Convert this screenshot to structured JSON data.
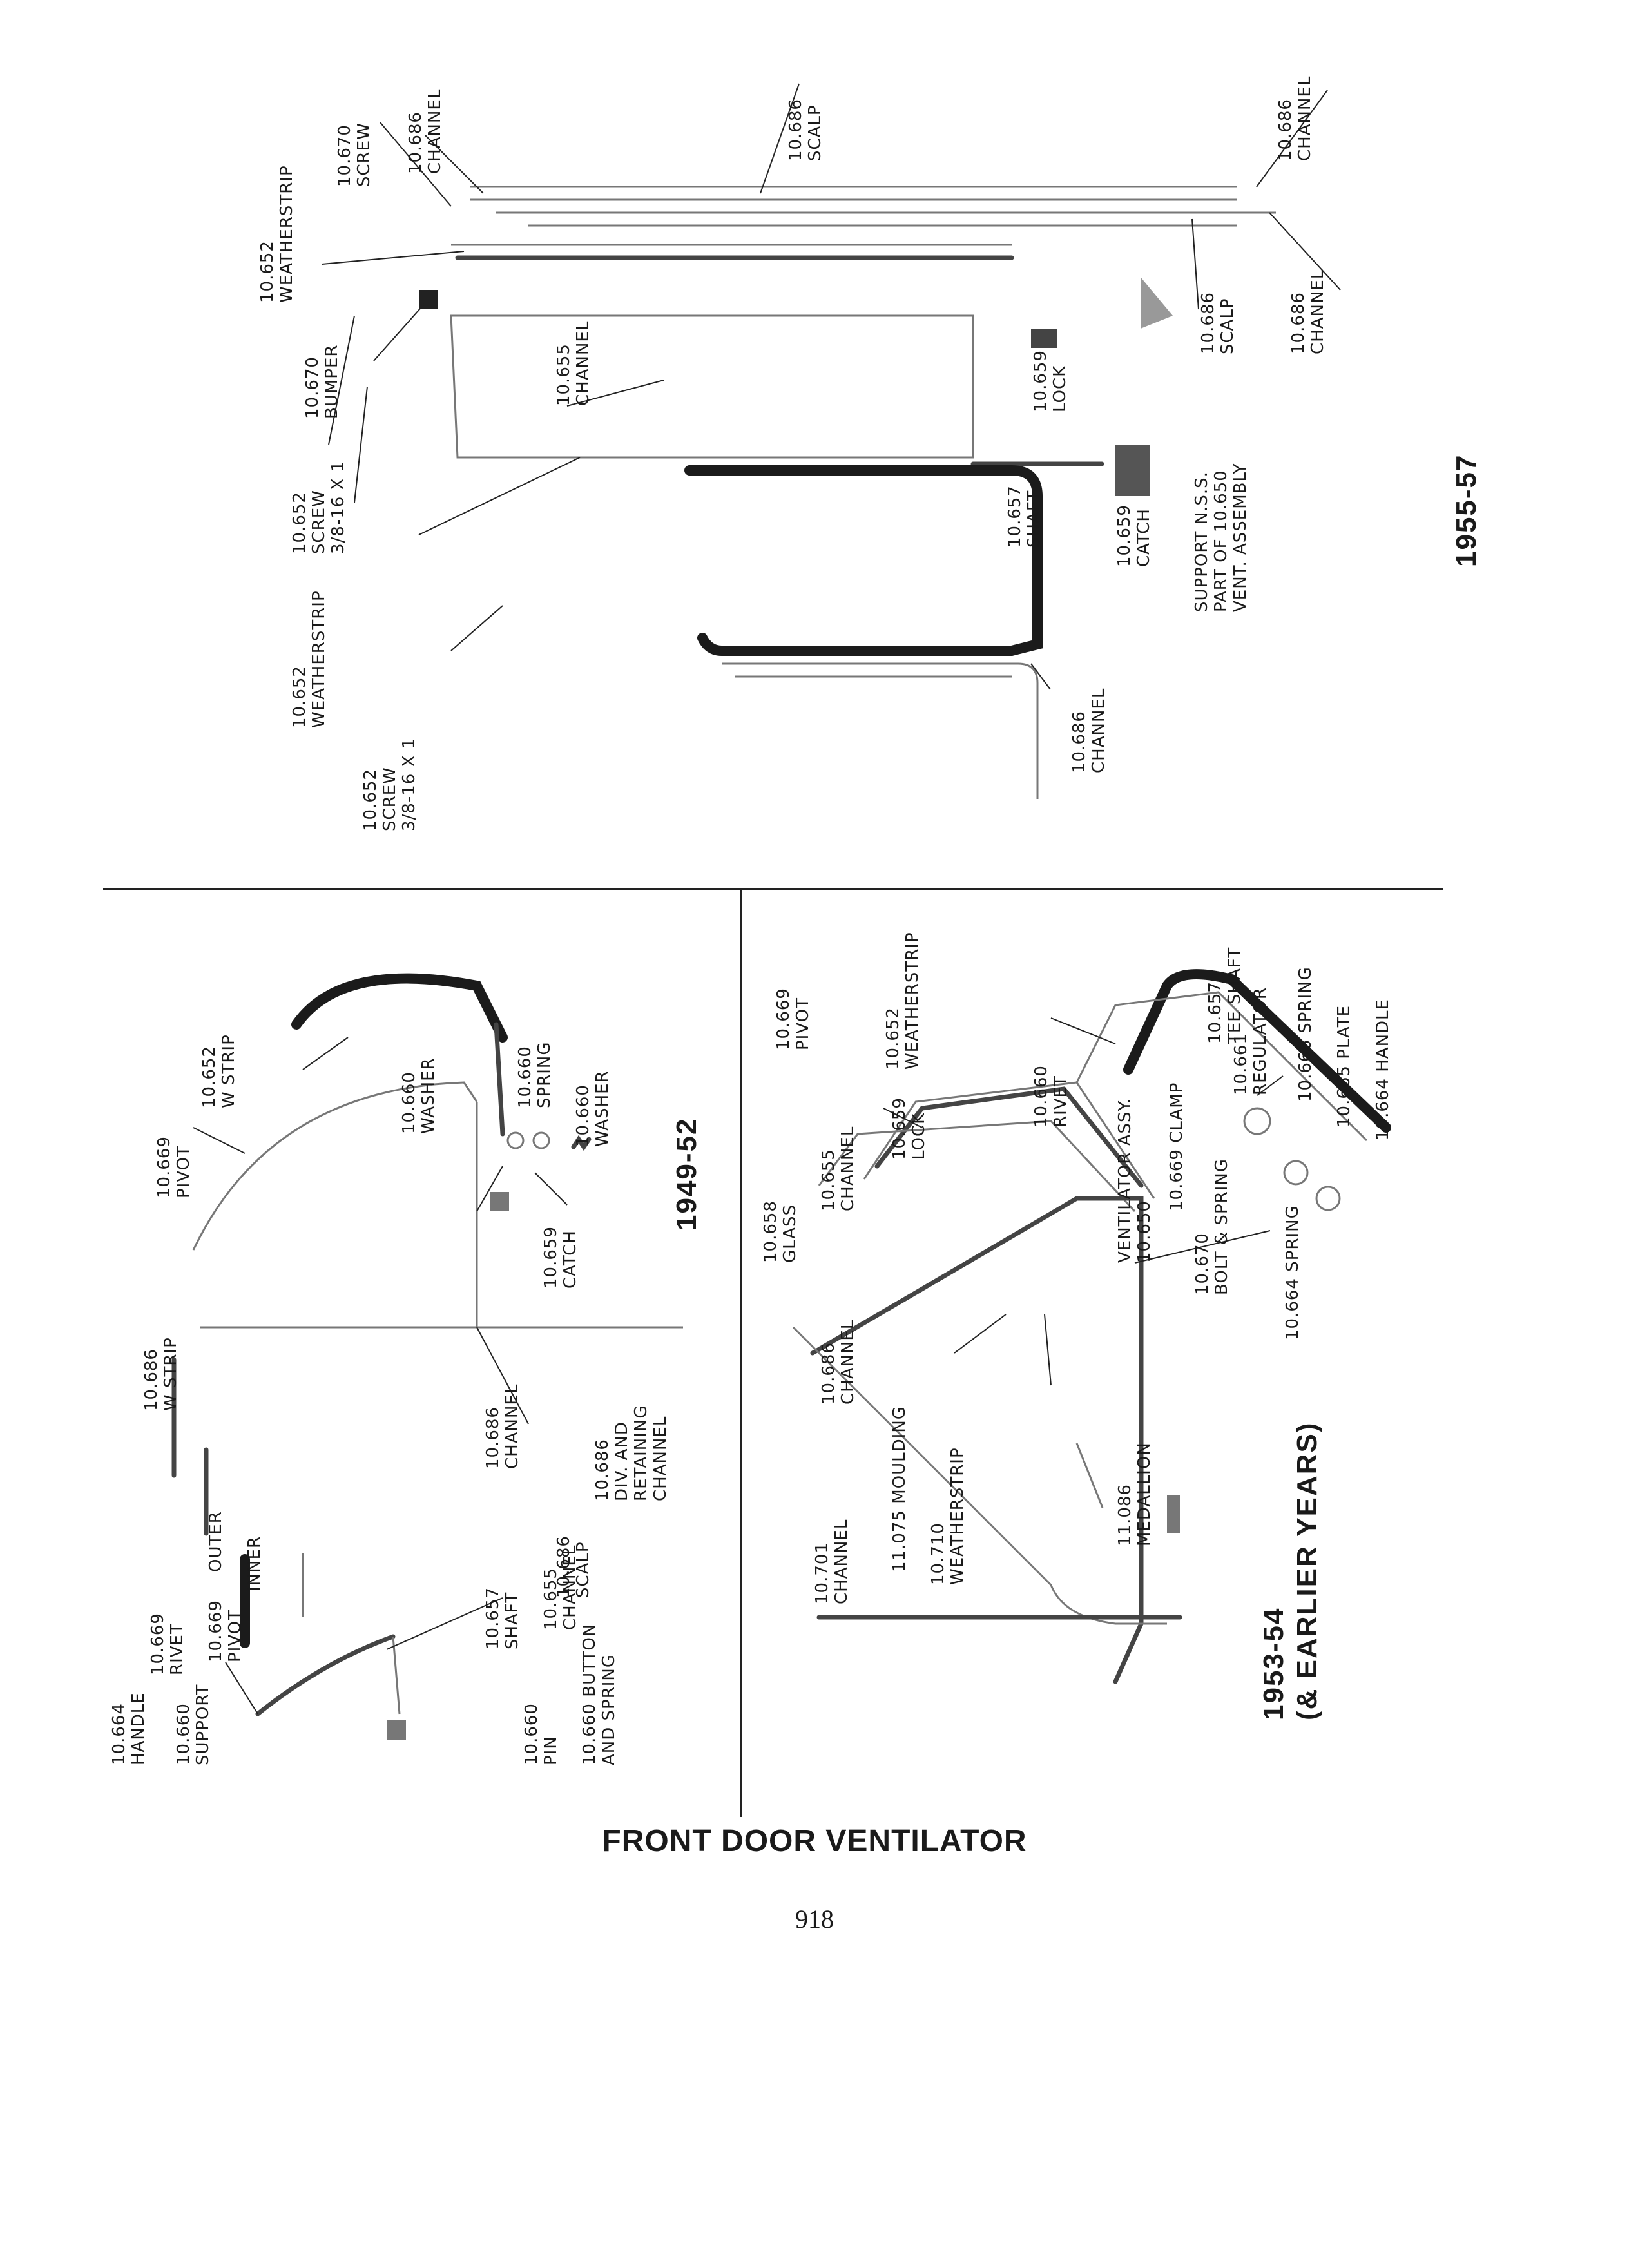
{
  "title": "FRONT DOOR VENTILATOR",
  "page_number": "918",
  "panels": {
    "p1955": {
      "year": "1955-57",
      "labels": [
        [
          "10.686",
          "CHANNEL"
        ],
        [
          "10.670",
          "SCREW"
        ],
        [
          "10.686",
          "SCALP"
        ],
        [
          "10.686",
          "CHANNEL"
        ],
        [
          "10.686",
          "CHANNEL"
        ],
        [
          "10.686",
          "SCALP"
        ],
        [
          "10.652",
          "WEATHERSTRIP"
        ],
        [
          "10.670",
          "BUMPER"
        ],
        [
          "10.655",
          "CHANNEL"
        ],
        [
          "10.659",
          "LOCK"
        ],
        [
          "10.652",
          "SCREW",
          "3/8-16 x 1"
        ],
        [
          "10.657",
          "SHAFT"
        ],
        [
          "10.659",
          "CATCH"
        ],
        [
          "SUPPORT N.S.S.",
          "PART OF 10.650",
          "VENT. ASSEMBLY"
        ],
        [
          "10.652",
          "WEATHERSTRIP"
        ],
        [
          "10.686",
          "CHANNEL"
        ],
        [
          "10.652",
          "SCREW",
          "3/8-16 x 1"
        ]
      ]
    },
    "p1949": {
      "year": "1949-52",
      "labels": [
        [
          "10.669",
          "PIVOT"
        ],
        [
          "10.652",
          "W STRIP"
        ],
        [
          "10.660",
          "WASHER"
        ],
        [
          "10.660",
          "SPRING"
        ],
        [
          "10.660",
          "WASHER"
        ],
        [
          "10.659",
          "CATCH"
        ],
        [
          "10.686",
          "W STRIP"
        ],
        [
          "10.686",
          "CHANNEL"
        ],
        [
          "10.686",
          "DIV. AND",
          "RETAINING",
          "CHANNEL"
        ],
        [
          "OUTER"
        ],
        [
          "INNER"
        ],
        [
          "10.686",
          "SCALP"
        ],
        [
          "10.669",
          "RIVET"
        ],
        [
          "10.669",
          "PIVOT"
        ],
        [
          "10.655",
          "CHANNEL"
        ],
        [
          "10.657",
          "SHAFT"
        ],
        [
          "10.664",
          "HANDLE"
        ],
        [
          "10.660",
          "SUPPORT"
        ],
        [
          "10.660",
          "PIN"
        ],
        [
          "10.660 BUTTON",
          "AND SPRING"
        ]
      ]
    },
    "p1953": {
      "year": [
        "1953-54",
        "(& EARLIER YEARS)"
      ],
      "labels": [
        [
          "10.669",
          "PIVOT"
        ],
        [
          "10.652",
          "WEATHERSTRIP"
        ],
        [
          "10.657",
          "TEE SHAFT"
        ],
        [
          "10.666 SPRING"
        ],
        [
          "10.661",
          "REGULATOR"
        ],
        [
          "10.665 PLATE"
        ],
        [
          "10.664 HANDLE"
        ],
        [
          "10.660",
          "RIVET"
        ],
        [
          "10.655",
          "CHANNEL"
        ],
        [
          "10.659",
          "LOCK"
        ],
        [
          "10.658",
          "GLASS"
        ],
        [
          "VENTILATOR ASSY."
        ],
        [
          "10.650"
        ],
        [
          "10.669 CLAMP"
        ],
        [
          "10.670",
          "BOLT & SPRING"
        ],
        [
          "10.664 SPRING"
        ],
        [
          "10.686",
          "CHANNEL"
        ],
        [
          "10.701",
          "CHANNEL"
        ],
        [
          "11.075 MOULDING"
        ],
        [
          "10.710",
          "WEATHERSTRIP"
        ],
        [
          "11.086",
          "MEDALLION"
        ]
      ]
    }
  }
}
